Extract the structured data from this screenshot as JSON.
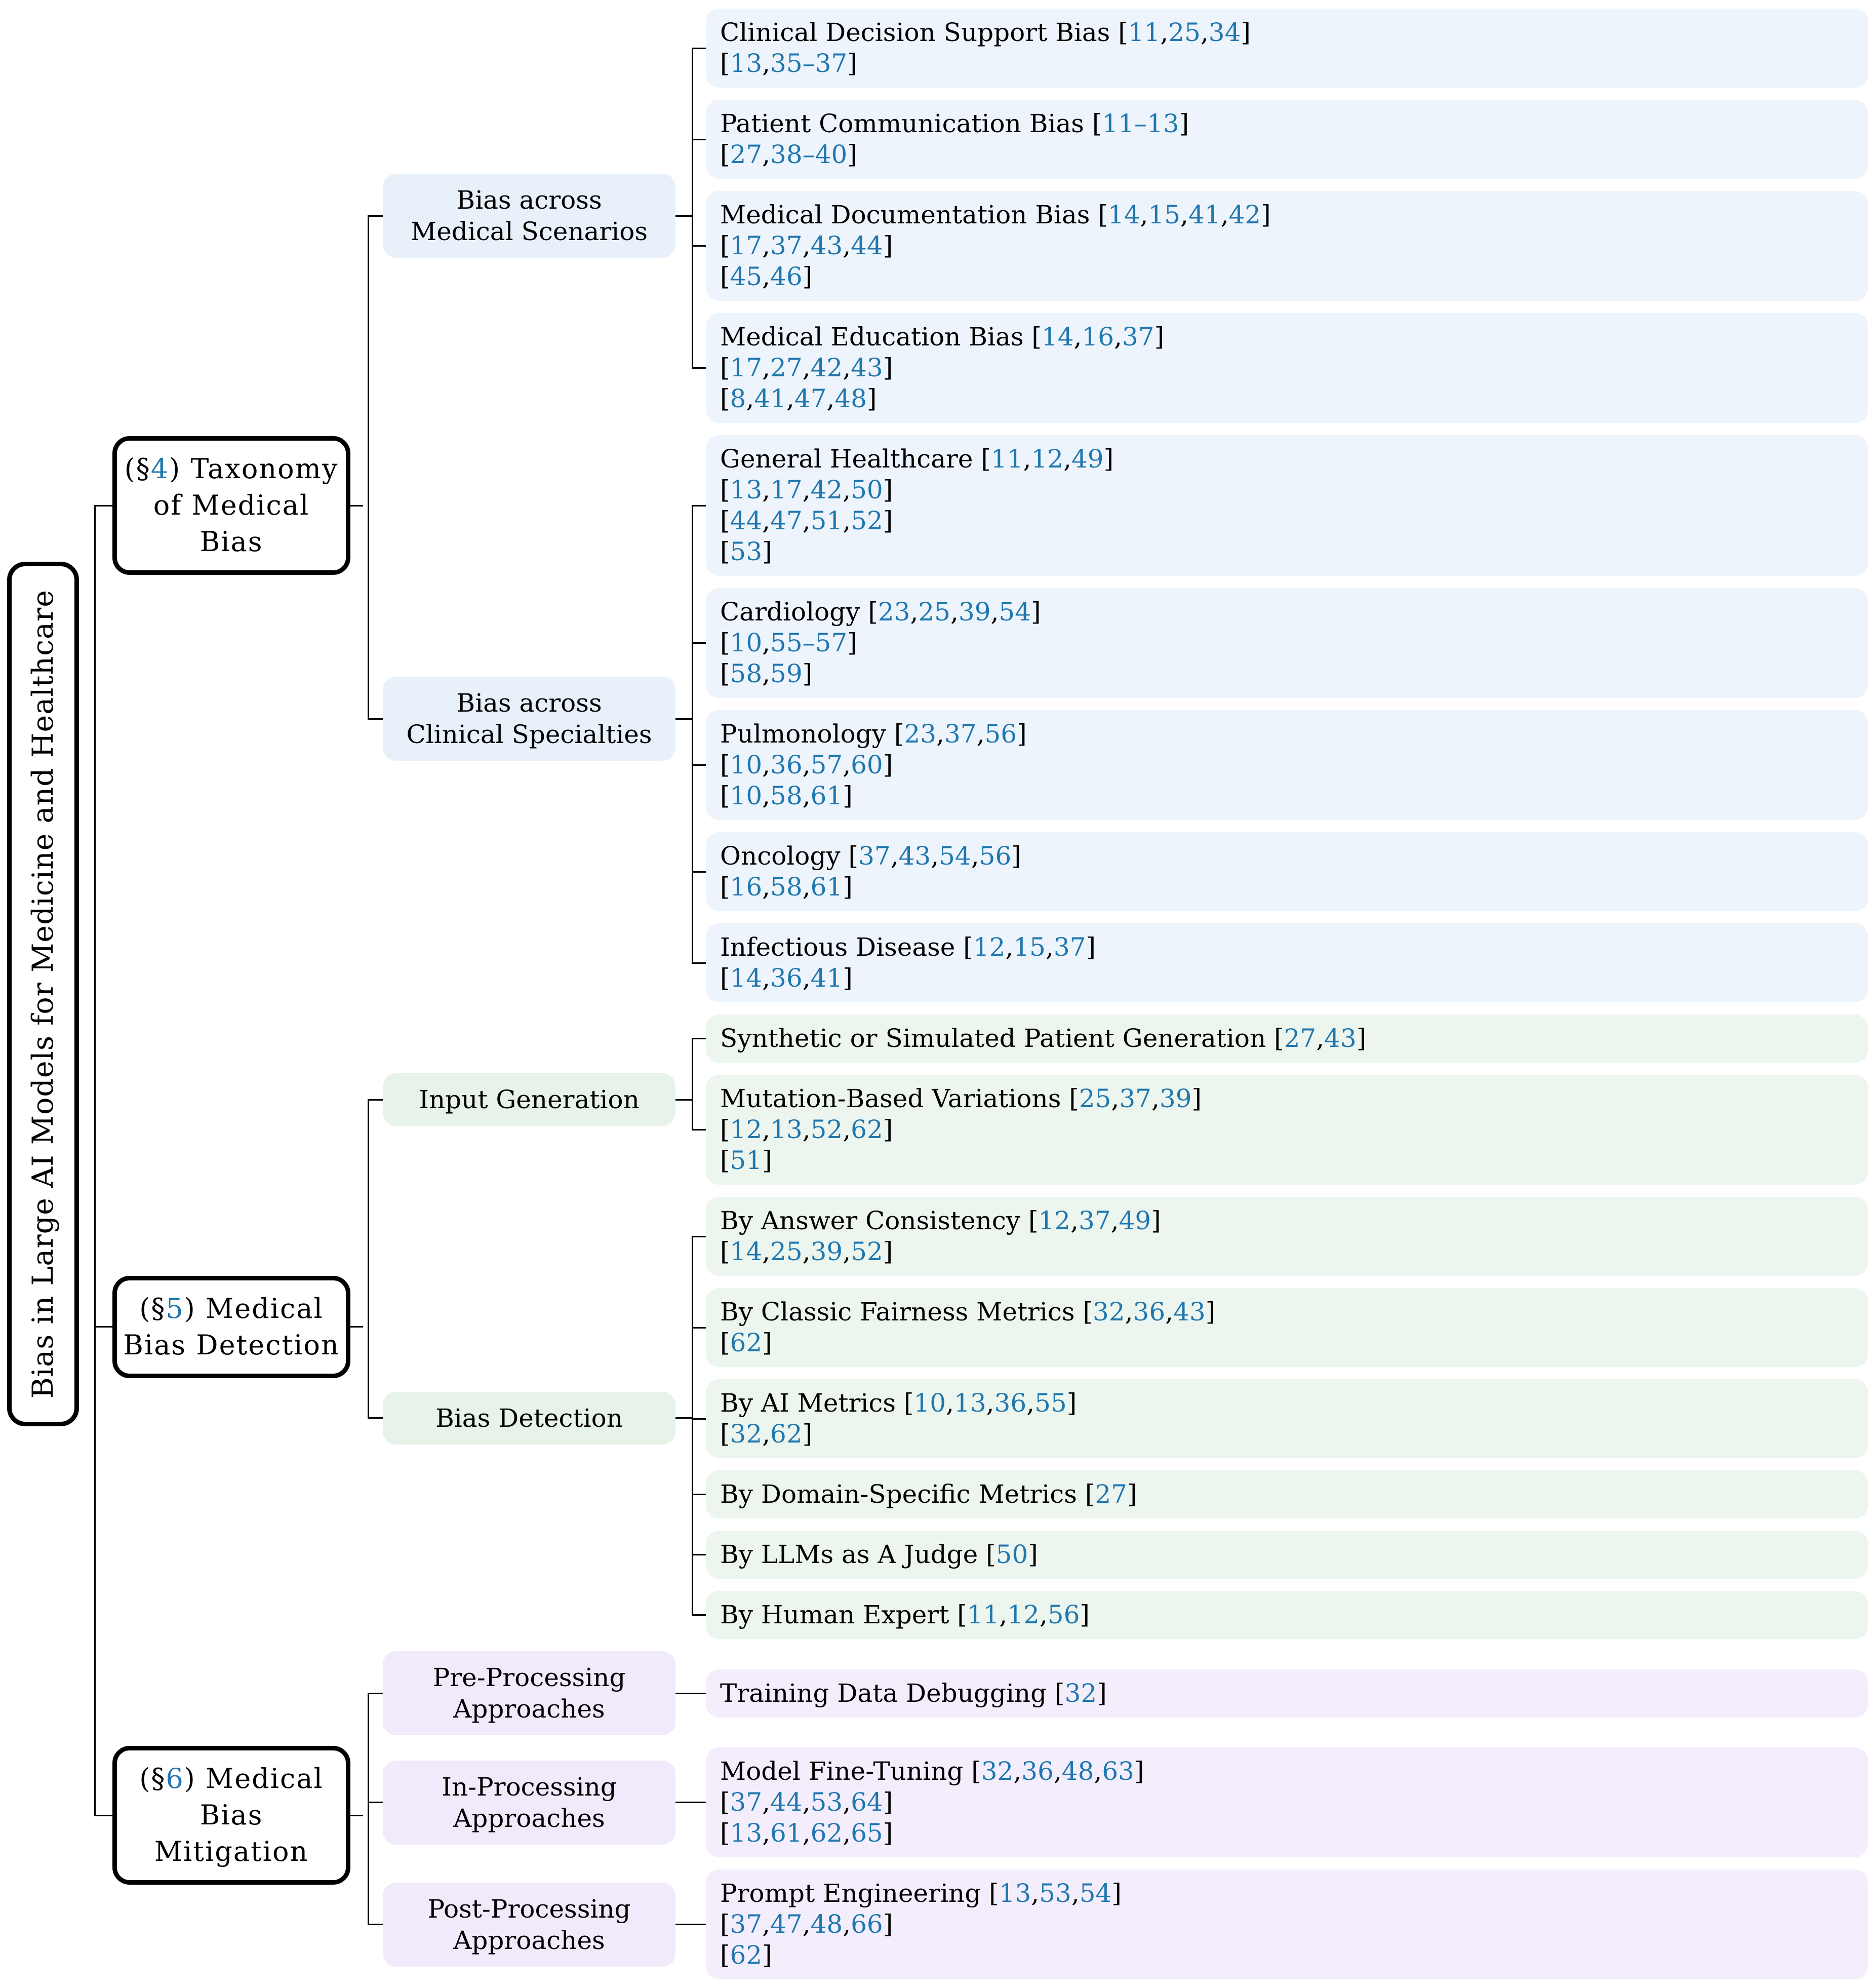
{
  "colors": {
    "line": "#000000",
    "citation": "#1f77b0",
    "blue_node": "#e8f1f9",
    "blue_leaf": "#eef4fb",
    "green_node": "#e7f2e9",
    "green_leaf": "#ecf5ee",
    "purple_node": "#f1eafa",
    "purple_leaf": "#f4eefc"
  },
  "root": {
    "label": "Bias in Large AI Models for Medicine and Healthcare"
  },
  "sections": [
    {
      "theme": "blue",
      "number": "4",
      "title_lines": [
        "(§4) Taxonomy",
        "of Medical Bias"
      ],
      "groups": [
        {
          "label_lines": [
            "Bias across",
            "Medical Scenarios"
          ],
          "leaves": [
            [
              "Clinical Decision Support Bias [11,25,34]",
              "[13,35–37]"
            ],
            [
              "Patient Communication Bias [11–13]",
              "[27,38–40]"
            ],
            [
              "Medical Documentation Bias [14,15,41,42]",
              "[17,37,43,44]",
              "[45,46]"
            ],
            [
              "Medical Education Bias [14,16,37]",
              "[17,27,42,43]",
              "[8,41,47,48]"
            ]
          ]
        },
        {
          "label_lines": [
            "Bias across",
            "Clinical Specialties"
          ],
          "leaves": [
            [
              "General Healthcare [11,12,49]",
              "[13,17,42,50]",
              "[44,47,51,52]",
              "[53]"
            ],
            [
              "Cardiology [23,25,39,54]",
              "[10,55–57]",
              "[58,59]"
            ],
            [
              "Pulmonology [23,37,56]",
              "[10,36,57,60]",
              "[10,58,61]"
            ],
            [
              "Oncology [37,43,54,56]",
              "[16,58,61]"
            ],
            [
              "Infectious Disease [12,15,37]",
              "[14,36,41]"
            ]
          ]
        }
      ]
    },
    {
      "theme": "green",
      "number": "5",
      "title_lines": [
        "(§5) Medical",
        "Bias Detection"
      ],
      "groups": [
        {
          "label_lines": [
            "Input Generation"
          ],
          "leaves": [
            [
              "Synthetic or Simulated Patient Generation [27,43]"
            ],
            [
              "Mutation-Based Variations [25,37,39]",
              "[12,13,52,62]",
              "[51]"
            ]
          ]
        },
        {
          "label_lines": [
            "Bias Detection"
          ],
          "leaves": [
            [
              "By Answer Consistency [12,37,49]",
              "[14,25,39,52]"
            ],
            [
              "By Classic Fairness Metrics [32,36,43]",
              "[62]"
            ],
            [
              "By AI Metrics [10,13,36,55]",
              "[32,62]"
            ],
            [
              "By Domain-Specific Metrics [27]"
            ],
            [
              "By LLMs as A Judge [50]"
            ],
            [
              "By Human Expert [11,12,56]"
            ]
          ]
        }
      ]
    },
    {
      "theme": "purple",
      "number": "6",
      "title_lines": [
        "(§6) Medical",
        "Bias Mitigation"
      ],
      "groups": [
        {
          "label_lines": [
            "Pre-Processing",
            "Approaches"
          ],
          "leaves": [
            [
              "Training Data Debugging [32]"
            ]
          ]
        },
        {
          "label_lines": [
            "In-Processing",
            "Approaches"
          ],
          "leaves": [
            [
              "Model Fine-Tuning [32,36,48,63]",
              "[37,44,53,64]",
              "[13,61,62,65]"
            ]
          ]
        },
        {
          "label_lines": [
            "Post-Processing",
            "Approaches"
          ],
          "leaves": [
            [
              "Prompt Engineering [13,53,54]",
              "[37,47,48,66]",
              "[62]"
            ]
          ]
        }
      ]
    }
  ]
}
